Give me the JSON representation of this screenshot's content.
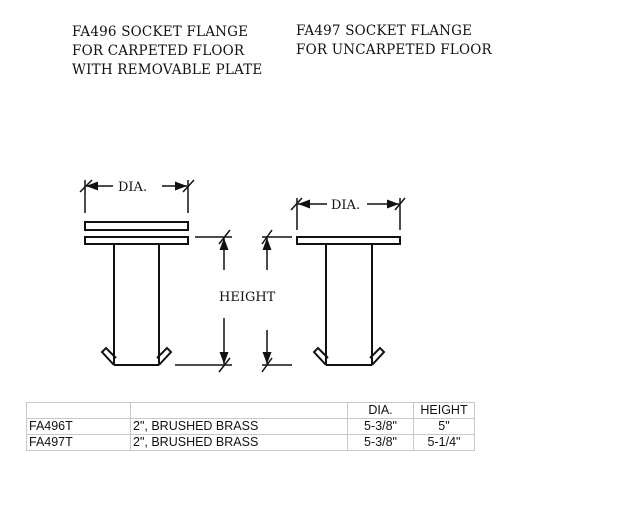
{
  "titles": {
    "fa496": [
      "FA496 SOCKET FLANGE",
      "FOR CARPETED FLOOR",
      "WITH REMOVABLE PLATE"
    ],
    "fa497": [
      "FA497 SOCKET FLANGE",
      "FOR UNCARPETED FLOOR"
    ]
  },
  "drawing": {
    "dia_label_left": "DIA.",
    "dia_label_right": "DIA.",
    "height_label": "HEIGHT"
  },
  "table": {
    "headers": [
      "",
      "",
      "DIA.",
      "HEIGHT"
    ],
    "rows": [
      [
        "FA496T",
        "2\", BRUSHED BRASS",
        "5-3/8\"",
        "5\""
      ],
      [
        "FA497T",
        "2\", BRUSHED BRASS",
        "5-3/8\"",
        "5-1/4\""
      ]
    ]
  }
}
